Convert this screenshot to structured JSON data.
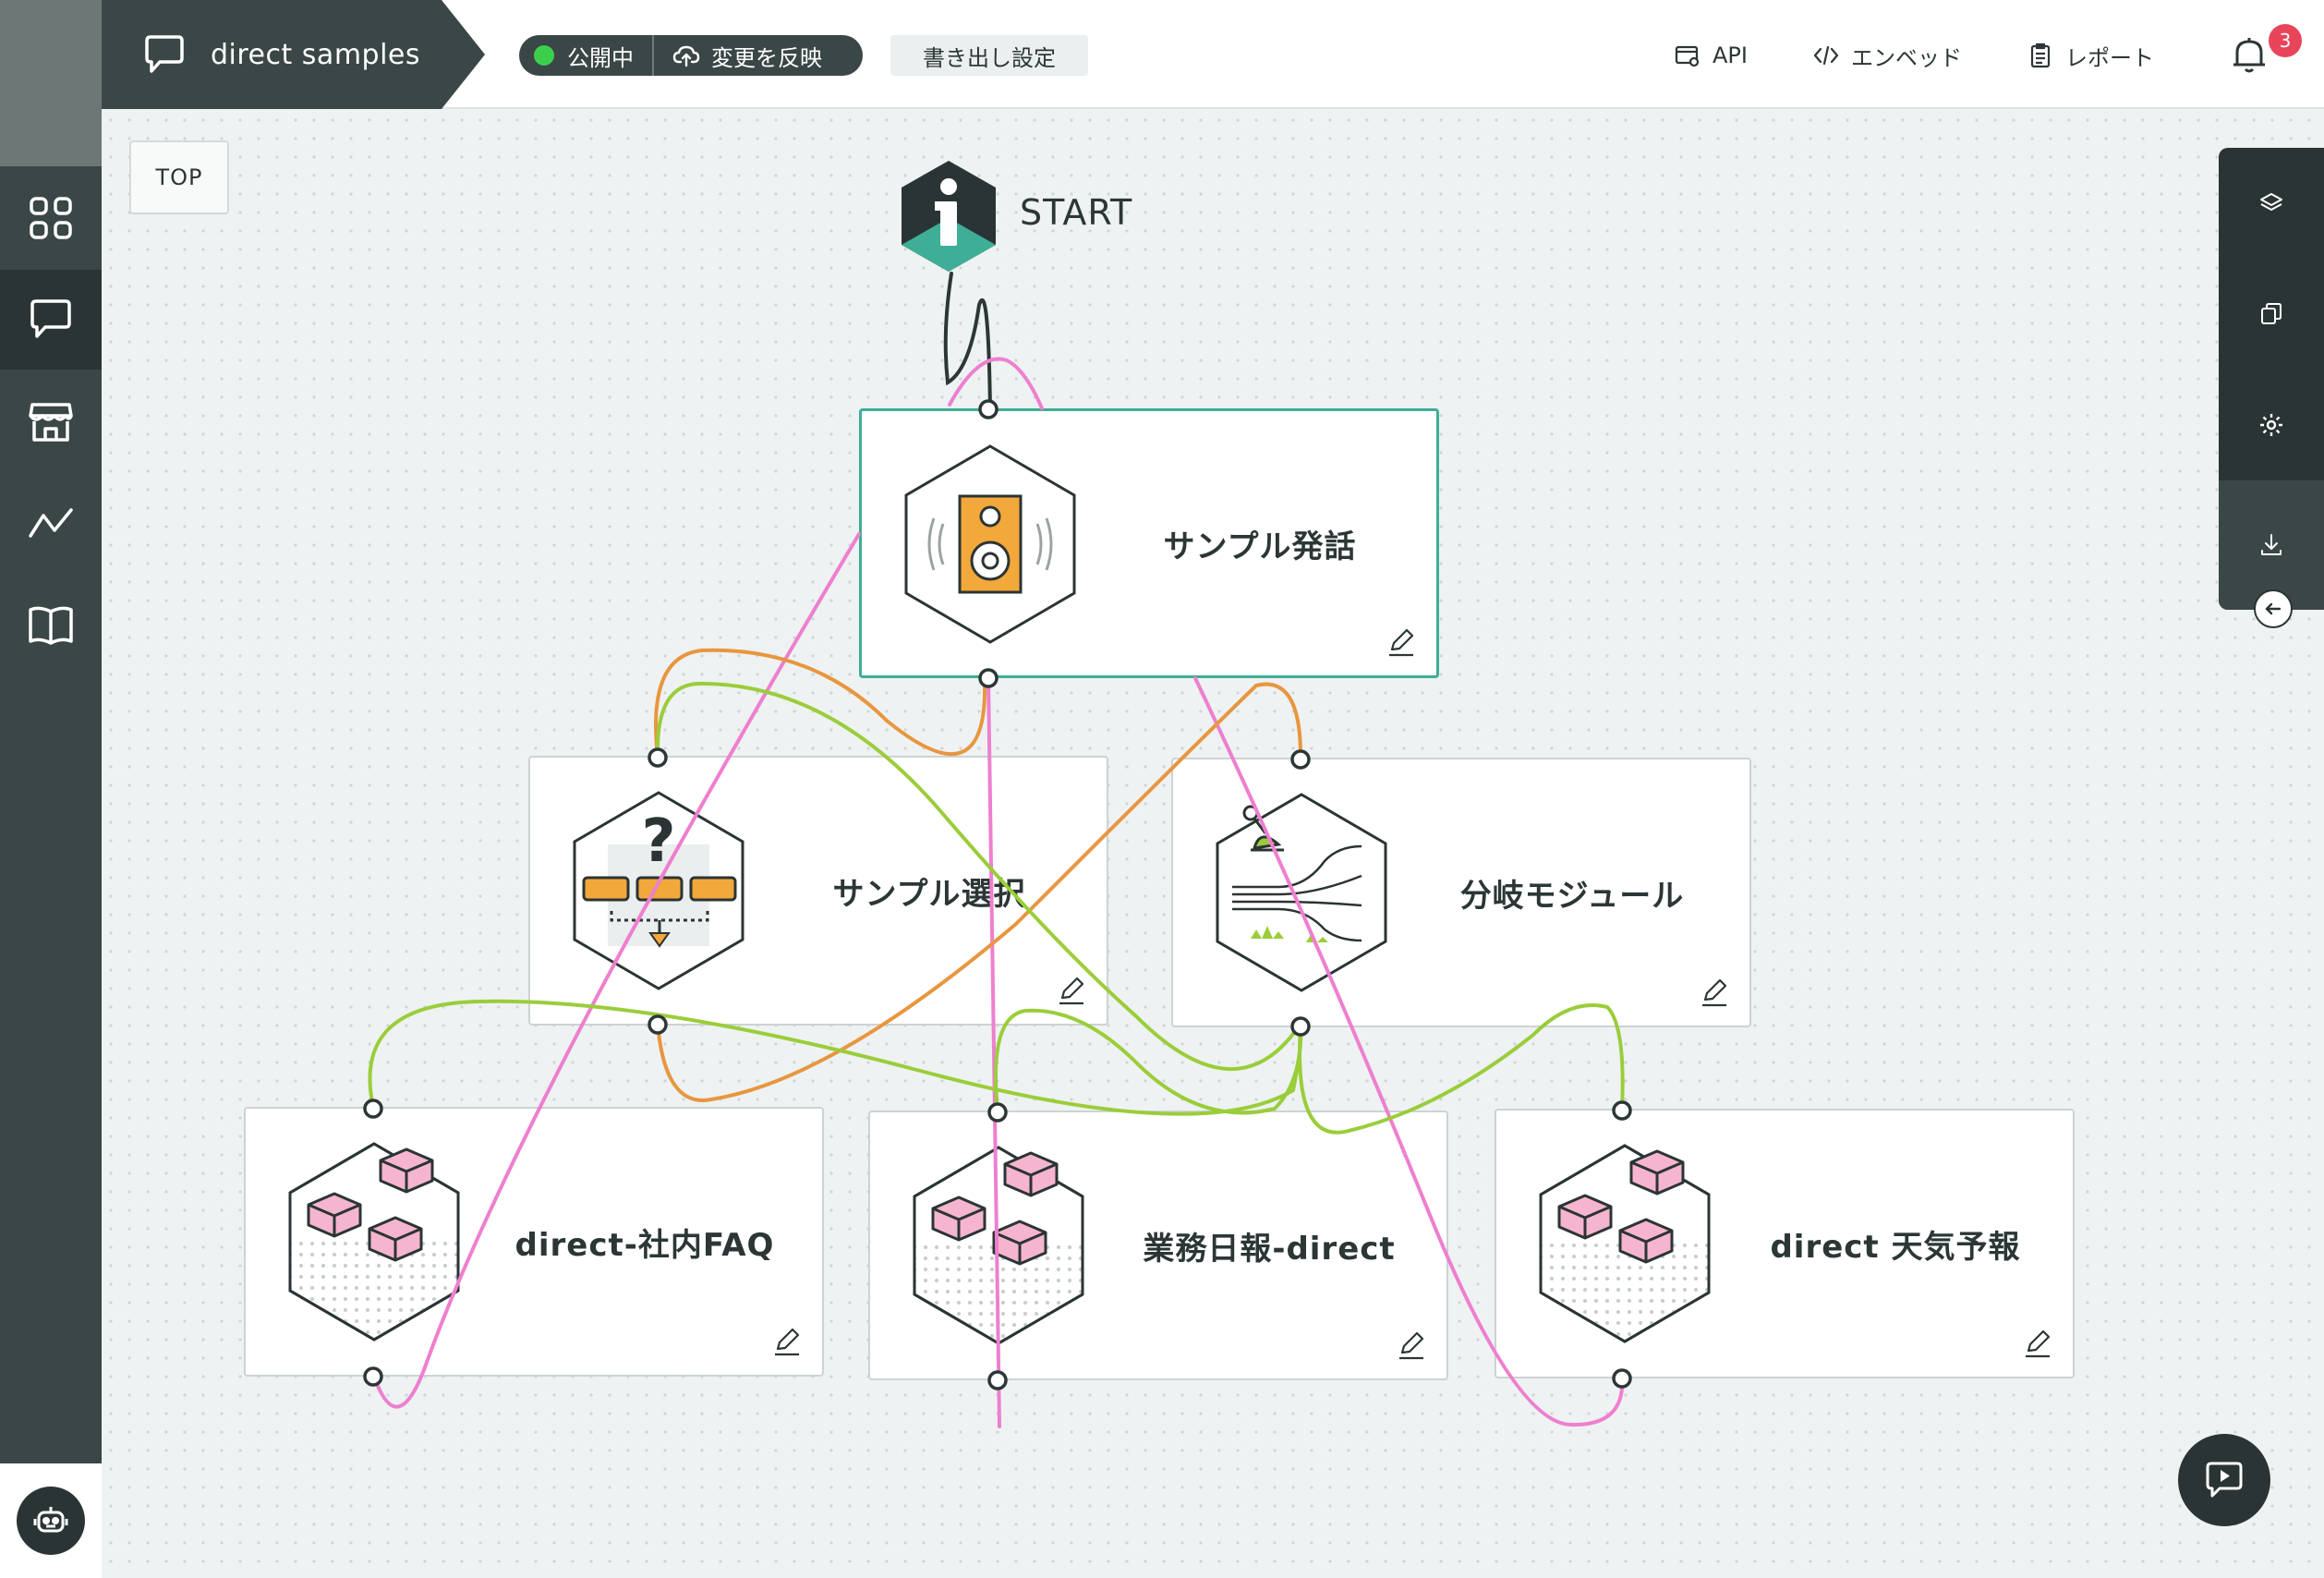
{
  "header": {
    "project_title": "direct samples",
    "status_label": "公開中",
    "reflect_label": "変更を反映",
    "export_label": "書き出し設定",
    "links": [
      {
        "id": "api",
        "label": "API",
        "icon": "api-icon"
      },
      {
        "id": "embed",
        "label": "エンベッド",
        "icon": "code-icon"
      },
      {
        "id": "report",
        "label": "レポート",
        "icon": "clipboard-icon"
      }
    ],
    "notification_count": "3"
  },
  "sidebar": {
    "items": [
      {
        "id": "dashboard",
        "icon": "grid-icon",
        "active": false
      },
      {
        "id": "scenarios",
        "icon": "chat-icon",
        "active": true
      },
      {
        "id": "store",
        "icon": "store-icon",
        "active": false
      },
      {
        "id": "analytics",
        "icon": "chart-line-icon",
        "active": false
      },
      {
        "id": "docs",
        "icon": "book-icon",
        "active": false
      }
    ]
  },
  "canvas": {
    "top_button": "TOP",
    "start_label": "START",
    "nodes": [
      {
        "id": "sample-utterance",
        "label": "サンプル発話",
        "icon": "speaker-icon",
        "selected": true
      },
      {
        "id": "sample-choice",
        "label": "サンプル選択",
        "icon": "question-choice-icon",
        "selected": false
      },
      {
        "id": "branch-module",
        "label": "分岐モジュール",
        "icon": "branch-icon",
        "selected": false
      },
      {
        "id": "faq",
        "label": "direct-社内FAQ",
        "icon": "cube-stack-icon",
        "selected": false
      },
      {
        "id": "daily-report",
        "label": "業務日報-direct",
        "icon": "cube-stack-icon",
        "selected": false
      },
      {
        "id": "weather",
        "label": "direct 天気予報",
        "icon": "cube-stack-icon",
        "selected": false
      }
    ]
  },
  "colors": {
    "sidebar": "#3b4646",
    "sidebar_active": "#2b3434",
    "accent_green": "#3fae96",
    "link_pink": "#ee7fcf",
    "link_orange": "#e8963f",
    "link_lime": "#9acd3a",
    "link_dark": "#2c3636",
    "badge_red": "#e8455a"
  },
  "right_toolbar": {
    "tools": [
      "layers-icon",
      "copy-icon",
      "settings-icon",
      "download-icon"
    ]
  }
}
